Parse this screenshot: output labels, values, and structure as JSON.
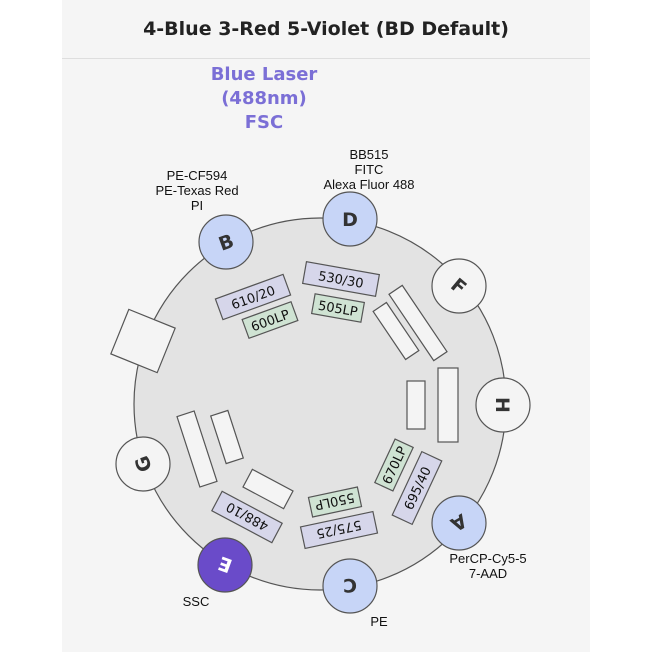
{
  "title": "4-Blue 3-Red 5-Violet (BD Default)",
  "laser": {
    "line1": "Blue Laser",
    "line2": "(488nm)",
    "line3": "FSC"
  },
  "detectors": {
    "B": "B",
    "D": "D",
    "F": "F",
    "H": "H",
    "A": "A",
    "C": "C",
    "E": "E",
    "G": "G"
  },
  "filters": {
    "f530": "530/30",
    "f505": "505LP",
    "f610": "610/20",
    "f600": "600LP",
    "f695": "695/40",
    "f670": "670LP",
    "f575": "575/25",
    "f550": "550LP",
    "f488": "488/10"
  },
  "labels": {
    "B": [
      "PE-CF594",
      "PE-Texas Red",
      "PI"
    ],
    "D": [
      "BB515",
      "FITC",
      "Alexa Fluor 488"
    ],
    "A": [
      "PerCP-Cy5-5",
      "7-AAD"
    ],
    "C": [
      "PE"
    ],
    "E": [
      "SSC"
    ]
  },
  "colors": {
    "laser_text": "#7b6fd6",
    "detector_blue": "#c7d5f7",
    "detector_white": "#f4f4f4",
    "detector_violet": "#6a4bc9",
    "filter_bandpass": "#d6d6ea",
    "filter_longpass": "#cfe3d3",
    "ring": "#e3e3e3"
  }
}
